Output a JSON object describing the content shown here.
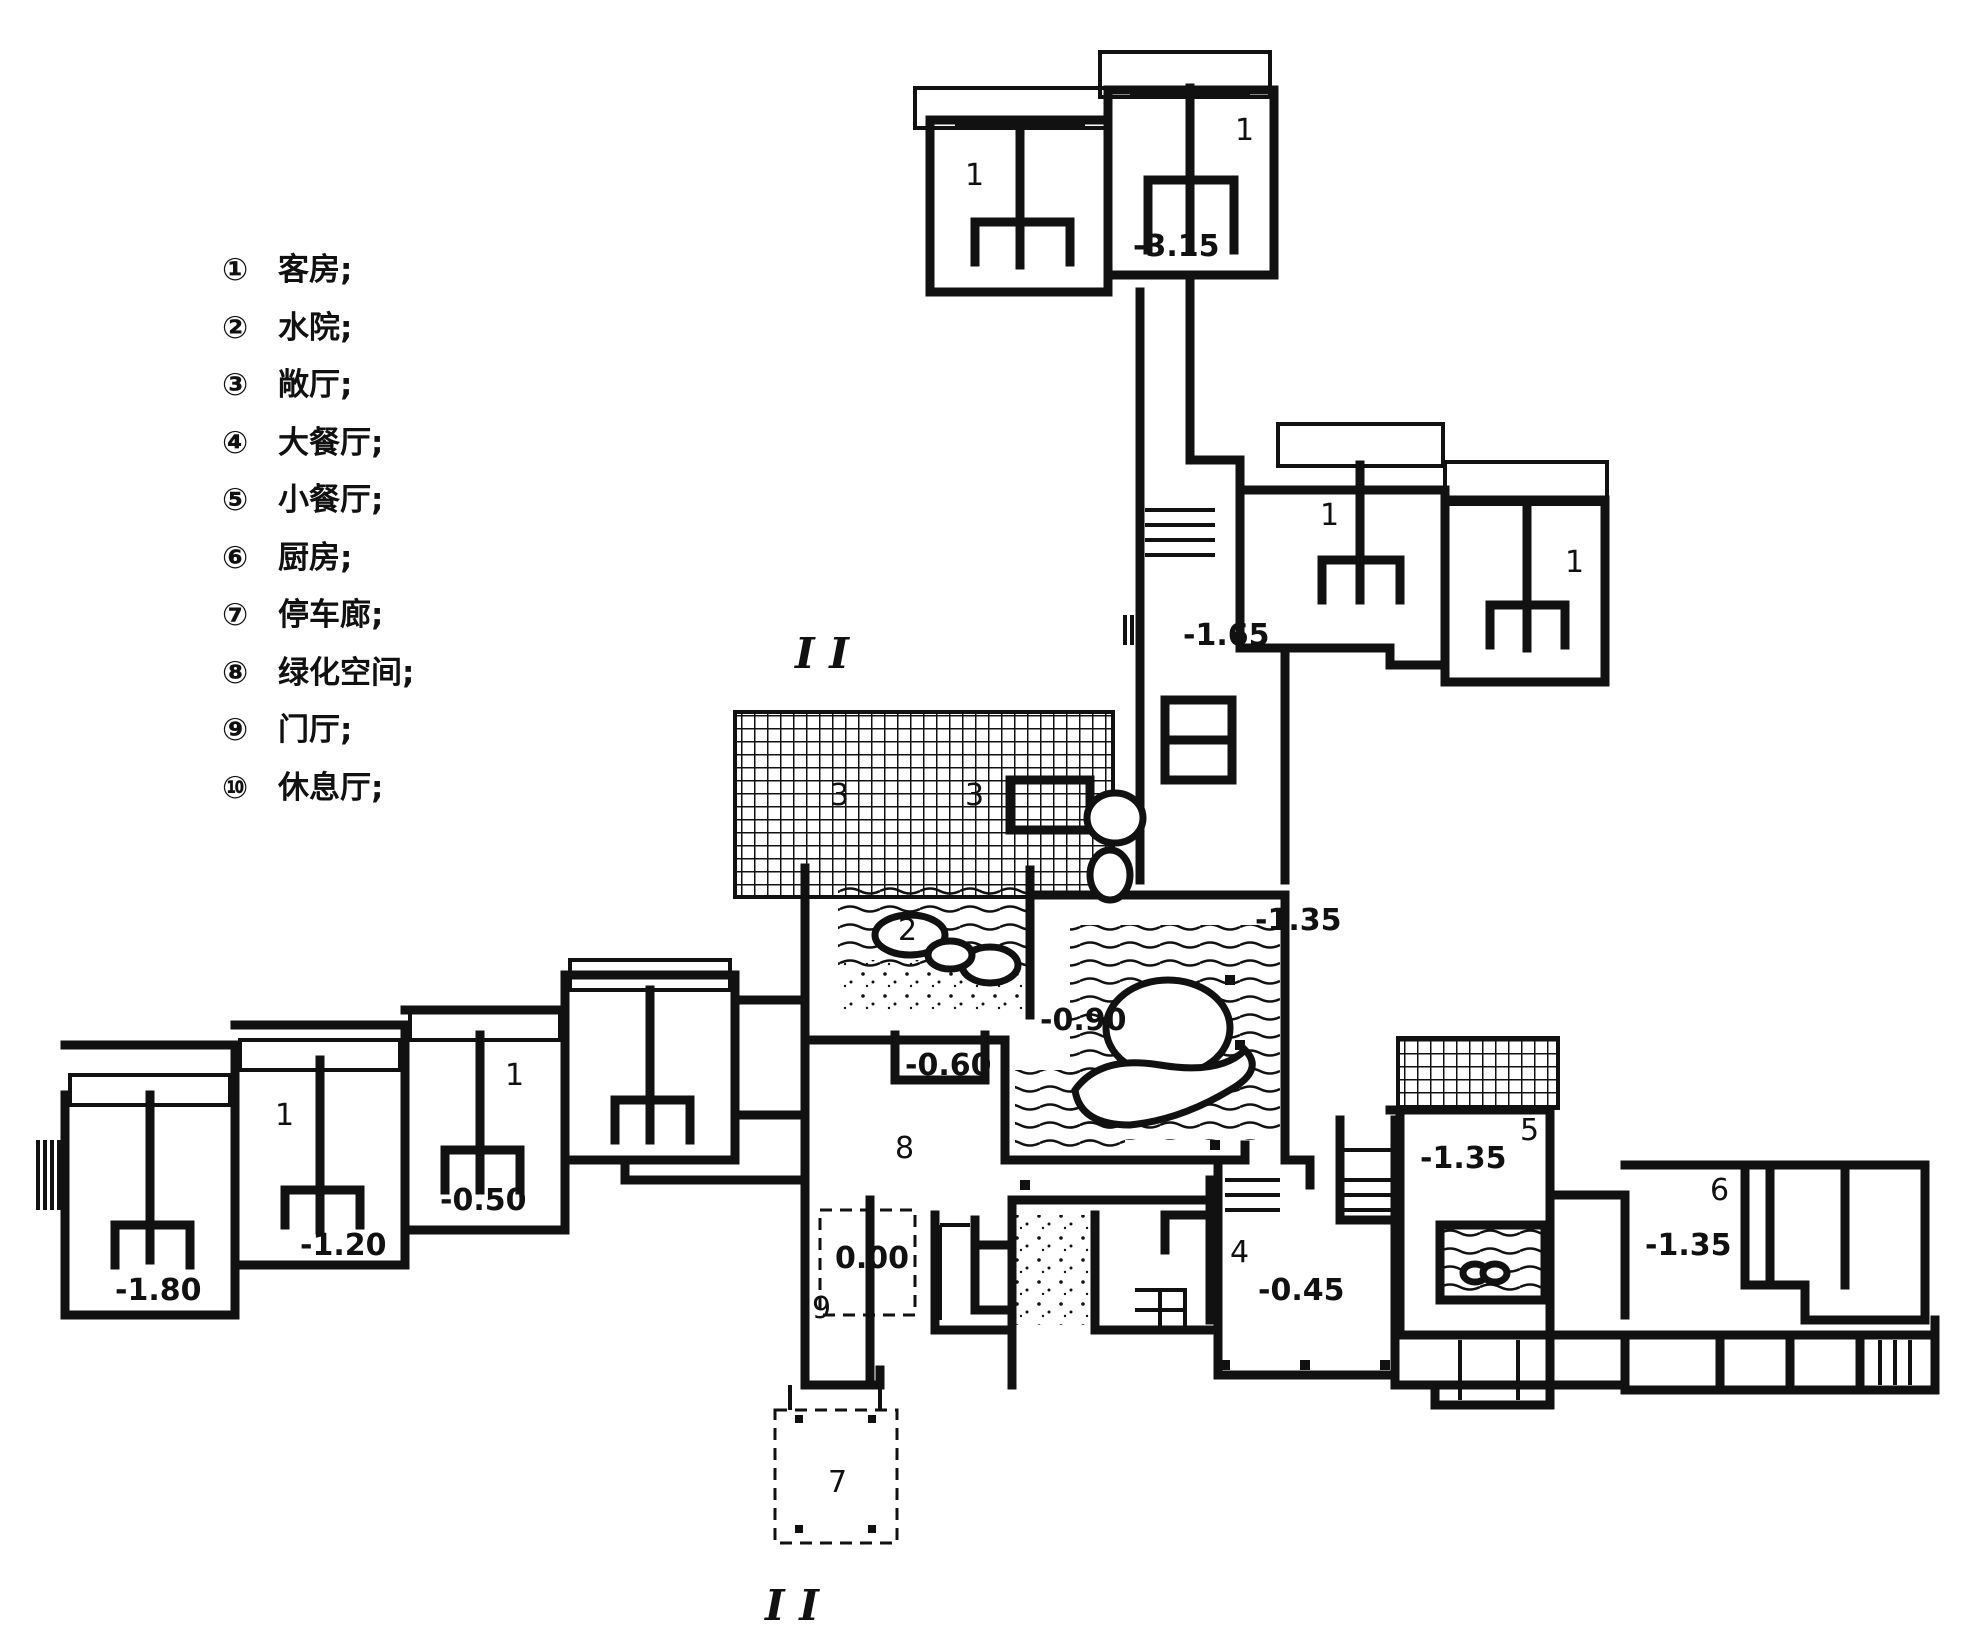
{
  "legend": [
    {
      "num": "①",
      "label": "客房;"
    },
    {
      "num": "②",
      "label": "水院;"
    },
    {
      "num": "③",
      "label": "敞厅;"
    },
    {
      "num": "④",
      "label": "大餐厅;"
    },
    {
      "num": "⑤",
      "label": "小餐厅;"
    },
    {
      "num": "⑥",
      "label": "厨房;"
    },
    {
      "num": "⑦",
      "label": "停车廊;"
    },
    {
      "num": "⑧",
      "label": "绿化空间;"
    },
    {
      "num": "⑨",
      "label": "门厅;"
    },
    {
      "num": "⑩",
      "label": "休息厅;"
    }
  ],
  "section_marks": {
    "top": "I I",
    "bottom": "I I"
  },
  "levels": {
    "l_315": "-3.15",
    "l_165": "-1.65",
    "l_135a": "-1.35",
    "l_135b": "-1.35",
    "l_135c": "-1.35",
    "l_090": "-0.90",
    "l_060": "-0.60",
    "l_000": "0.00",
    "l_045": "-0.45",
    "l_050": "-0.50",
    "l_120": "-1.20",
    "l_180": "-1.80"
  },
  "room_numbers": {
    "r1a": "1",
    "r1b": "1",
    "r1c": "1",
    "r1d": "1",
    "r1e": "1",
    "r1f": "1",
    "r2": "2",
    "r3a": "3",
    "r3b": "3",
    "r4": "4",
    "r5": "5",
    "r6": "6",
    "r7": "7",
    "r8": "8",
    "r9": "9"
  }
}
